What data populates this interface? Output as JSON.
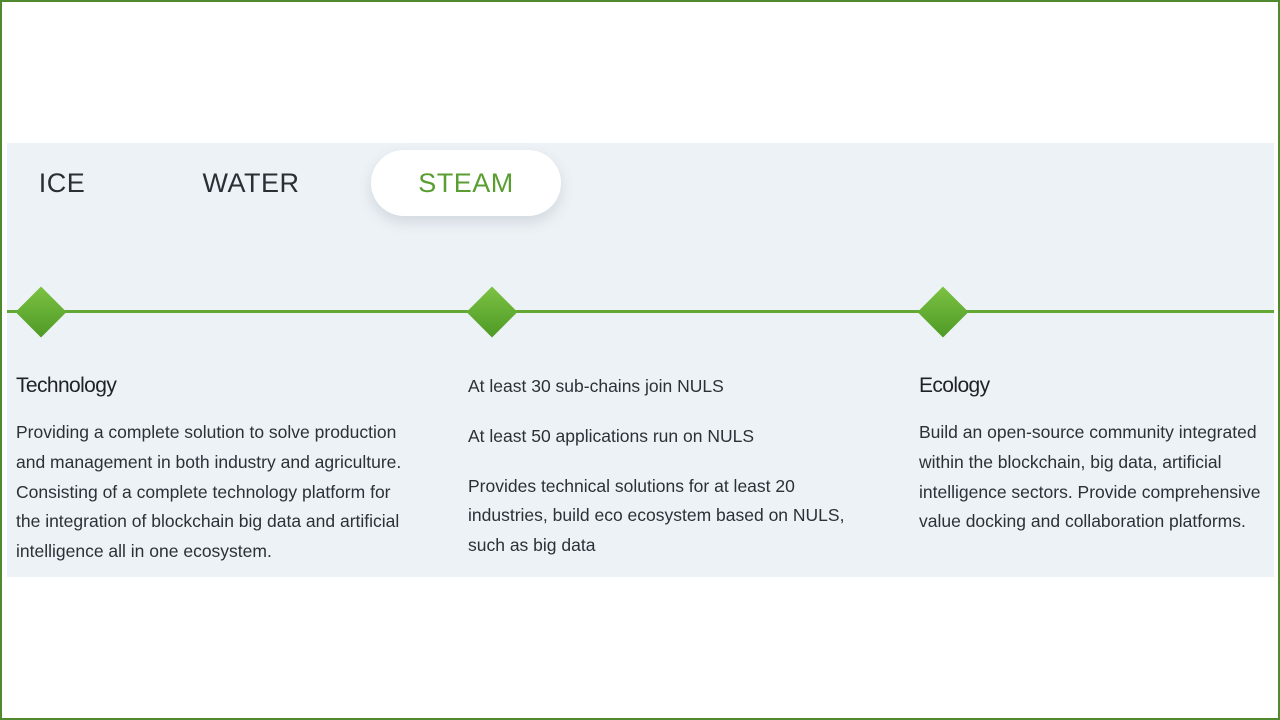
{
  "tabs": [
    {
      "label": "ICE",
      "active": false
    },
    {
      "label": "WATER",
      "active": false
    },
    {
      "label": "STEAM",
      "active": true
    }
  ],
  "colors": {
    "accent_green": "#5a9e32",
    "line_green": "#62a832",
    "panel_bg": "#edf2f6",
    "frame_border": "#4f8a2f"
  },
  "timeline": {
    "markers": [
      "diamond-icon",
      "diamond-icon",
      "diamond-icon"
    ]
  },
  "columns": {
    "technology": {
      "heading": "Technology",
      "text": "Providing a complete solution to solve production and management in both industry and agriculture. Consisting of a complete technology platform for the integration of blockchain big data and artificial intelligence all in one ecosystem."
    },
    "milestones": [
      "At least 30 sub-chains join NULS",
      "At least 50 applications run on NULS",
      "Provides technical solutions for at least 20 industries, build eco ecosystem based on NULS, such as big data"
    ],
    "ecology": {
      "heading": "Ecology",
      "text": "Build an open-source community integrated within the blockchain, big data, artificial intelligence sectors. Provide comprehensive value docking and collaboration platforms."
    }
  }
}
